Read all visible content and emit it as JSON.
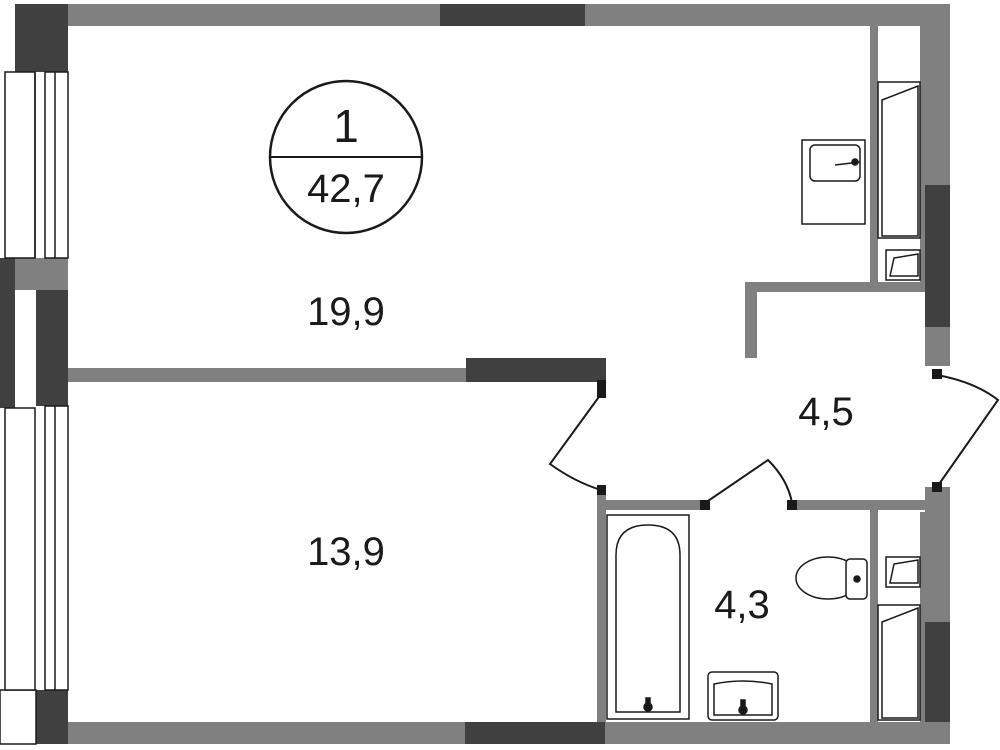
{
  "plan": {
    "room_count": "1",
    "total_area": "42,7",
    "rooms": [
      {
        "id": "living",
        "area": "19,9"
      },
      {
        "id": "bedroom",
        "area": "13,9"
      },
      {
        "id": "hall",
        "area": "4,5"
      },
      {
        "id": "bathroom",
        "area": "4,3"
      }
    ]
  },
  "colors": {
    "wall": "#808080",
    "wall_dark": "#404040",
    "line": "#1a1a1a",
    "background": "#ffffff"
  }
}
